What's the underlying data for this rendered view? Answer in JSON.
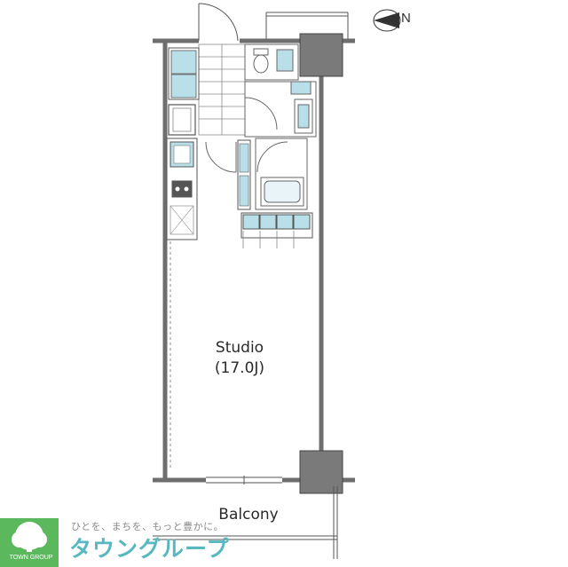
{
  "rooms": {
    "studio_name": "Studio",
    "studio_size": "(17.0J)",
    "balcony": "Balcony"
  },
  "compass": {
    "letter": "N"
  },
  "logo": {
    "tagline": "ひとを、まちを、もっと豊かに。",
    "name": "タウングループ",
    "sub": "TOWN GROUP"
  },
  "colors": {
    "wall": "#6e6e6e",
    "column": "#7a7a7a",
    "fixture": "#b9dfe9",
    "logo_green": "#5cb85c",
    "logo_teal": "#58b8c0"
  }
}
